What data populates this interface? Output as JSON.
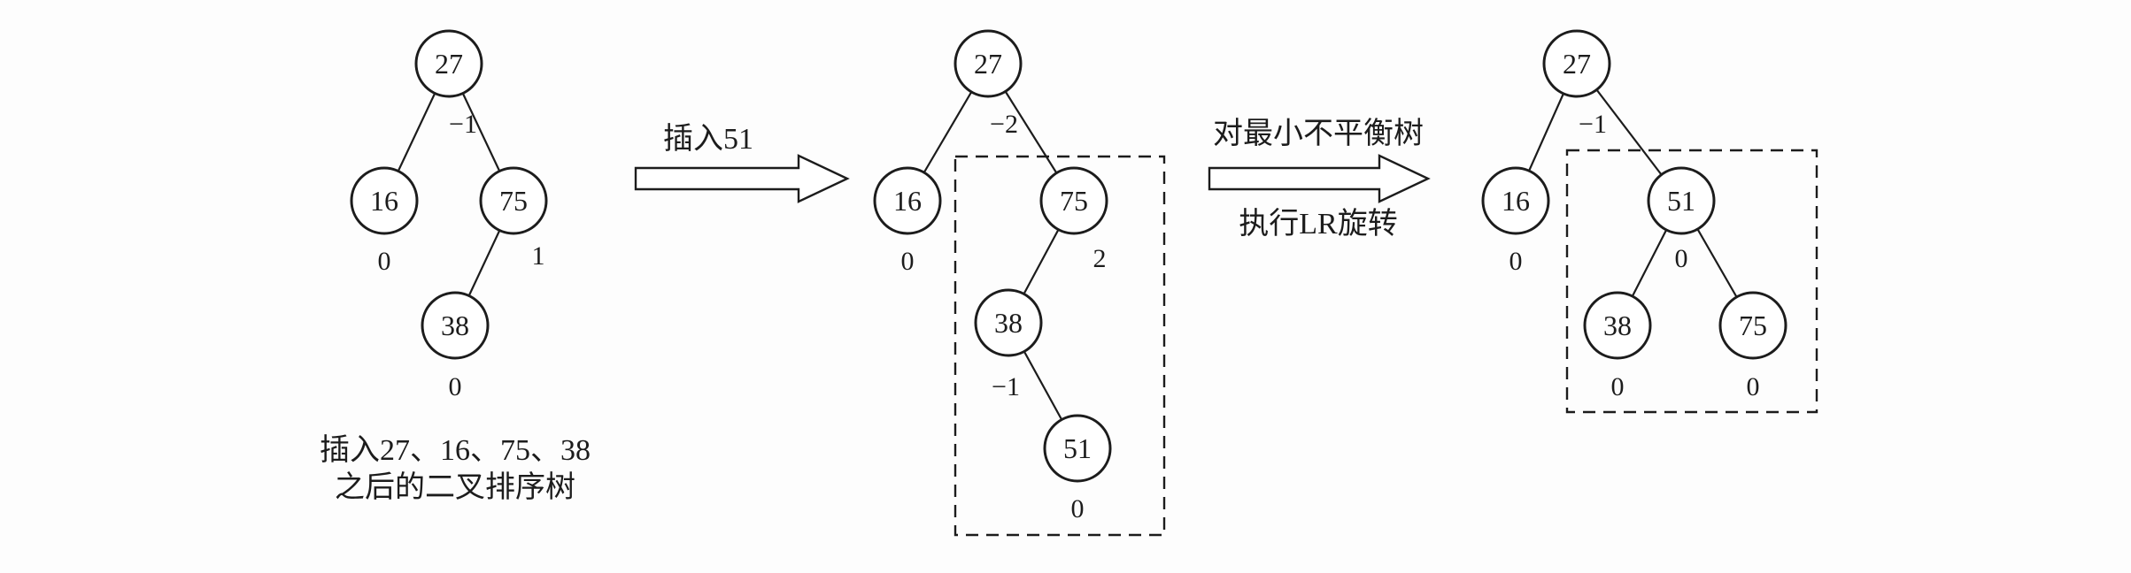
{
  "figure": {
    "background": "#fdfdfd",
    "ink": "#1c1c1c"
  },
  "tree_before": {
    "caption_line1": "插入27、16、75、38",
    "caption_line2": "之后的二叉排序树",
    "nodes": {
      "root": {
        "value": "27",
        "bf": "−1"
      },
      "left": {
        "value": "16",
        "bf": "0"
      },
      "right": {
        "value": "75",
        "bf": "1"
      },
      "right_left": {
        "value": "38",
        "bf": "0"
      }
    }
  },
  "arrow_insert": {
    "label": "插入51"
  },
  "tree_unbalanced": {
    "nodes": {
      "root": {
        "value": "27",
        "bf": "−2"
      },
      "left": {
        "value": "16",
        "bf": "0"
      },
      "right": {
        "value": "75",
        "bf": "2"
      },
      "right_left": {
        "value": "38",
        "bf": "−1"
      },
      "right_left_right": {
        "value": "51",
        "bf": "0"
      }
    }
  },
  "arrow_rotate": {
    "label_line1": "对最小不平衡树",
    "label_line2": "执行LR旋转"
  },
  "tree_after": {
    "nodes": {
      "root": {
        "value": "27",
        "bf": "−1"
      },
      "left": {
        "value": "16",
        "bf": "0"
      },
      "right": {
        "value": "51",
        "bf": "0"
      },
      "right_left": {
        "value": "38",
        "bf": "0"
      },
      "right_right": {
        "value": "75",
        "bf": "0"
      }
    }
  }
}
